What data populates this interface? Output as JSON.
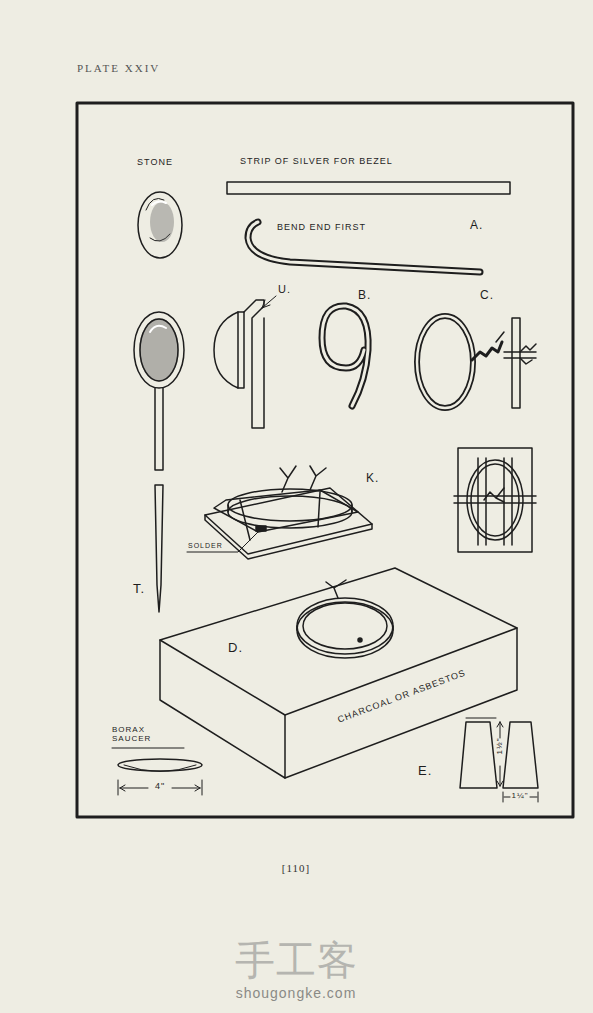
{
  "diagram": {
    "title": "PLATE XXIV",
    "labels": [
      "STONE",
      "STRIP OF SILVER FOR BEZEL",
      "BEND END FIRST",
      "A.",
      "U.",
      "B.",
      "C.",
      "K.",
      "SOLDER",
      "T.",
      "D.",
      "CHARCOAL OR ASBESTOS",
      "BORAX SAUCER",
      "4\"",
      "E.",
      "1½\"",
      "1¼\"",
      "[110]",
      "手工客",
      "shougongke.com"
    ]
  }
}
